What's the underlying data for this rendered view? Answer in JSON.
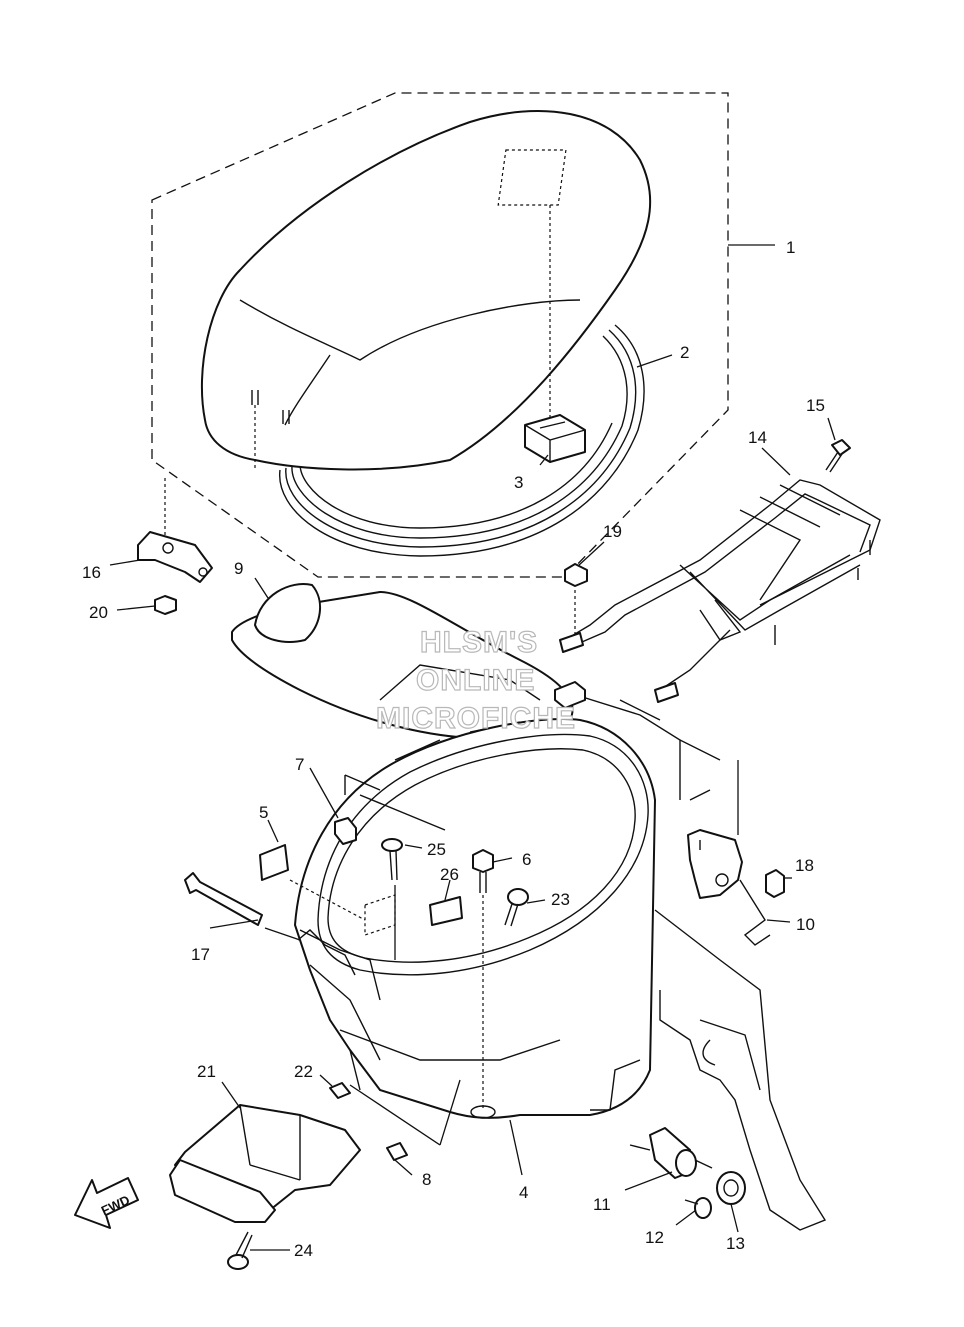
{
  "watermark": {
    "line1": "HLSM'S",
    "line2": "ONLINE",
    "line3": "MICROFICHE"
  },
  "fwd_label": "FWD",
  "callouts": [
    {
      "id": "c1",
      "number": "1"
    },
    {
      "id": "c2",
      "number": "2"
    },
    {
      "id": "c3",
      "number": "3"
    },
    {
      "id": "c4",
      "number": "4"
    },
    {
      "id": "c5",
      "number": "5"
    },
    {
      "id": "c6",
      "number": "6"
    },
    {
      "id": "c7",
      "number": "7"
    },
    {
      "id": "c8",
      "number": "8"
    },
    {
      "id": "c9",
      "number": "9"
    },
    {
      "id": "c10",
      "number": "10"
    },
    {
      "id": "c11",
      "number": "11"
    },
    {
      "id": "c12",
      "number": "12"
    },
    {
      "id": "c13",
      "number": "13"
    },
    {
      "id": "c14",
      "number": "14"
    },
    {
      "id": "c15",
      "number": "15"
    },
    {
      "id": "c16",
      "number": "16"
    },
    {
      "id": "c17",
      "number": "17"
    },
    {
      "id": "c18",
      "number": "18"
    },
    {
      "id": "c19",
      "number": "19"
    },
    {
      "id": "c20",
      "number": "20"
    },
    {
      "id": "c21",
      "number": "21"
    },
    {
      "id": "c22",
      "number": "22"
    },
    {
      "id": "c23",
      "number": "23"
    },
    {
      "id": "c24",
      "number": "24"
    },
    {
      "id": "c25",
      "number": "25"
    },
    {
      "id": "c26",
      "number": "26"
    }
  ]
}
